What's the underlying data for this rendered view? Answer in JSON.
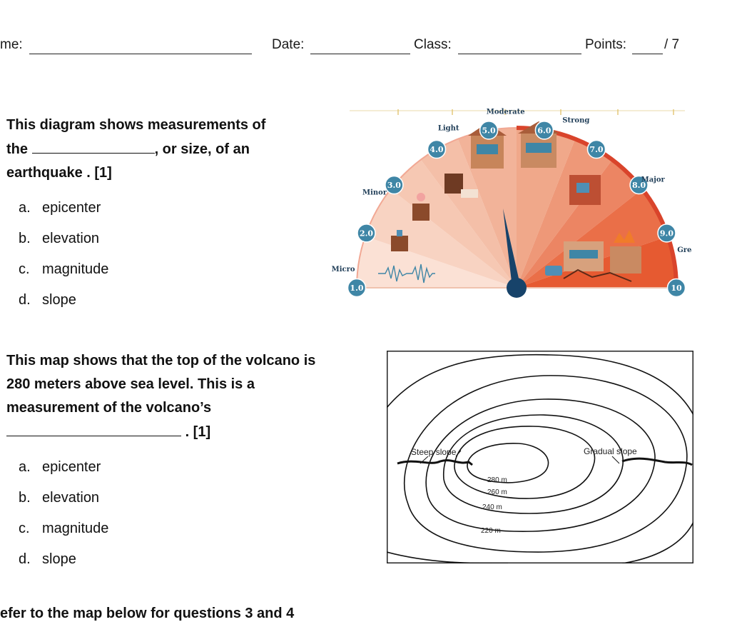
{
  "header": {
    "name_label": "me:",
    "date_label": "Date:",
    "class_label": "Class:",
    "points_label": "Points:",
    "points_total": "/ 7"
  },
  "question1": {
    "line1": "This diagram shows measurements of",
    "line2_prefix": "the",
    "line2_suffix": ", or size, of an",
    "line3": "earthquake . [1]",
    "options": [
      {
        "letter": "a.",
        "text": "epicenter"
      },
      {
        "letter": "b.",
        "text": "elevation"
      },
      {
        "letter": "c.",
        "text": "magnitude"
      },
      {
        "letter": "d.",
        "text": "slope"
      }
    ]
  },
  "question2": {
    "line1": "This map shows that the top of the volcano is",
    "line2": "280 meters above sea level. This is a",
    "line3": "measurement of the volcano’s",
    "line4_suffix": ". [1]",
    "options": [
      {
        "letter": "a.",
        "text": "epicenter"
      },
      {
        "letter": "b.",
        "text": "elevation"
      },
      {
        "letter": "c.",
        "text": "magnitude"
      },
      {
        "letter": "d.",
        "text": "slope"
      }
    ]
  },
  "diagram": {
    "scale_values": [
      "1.0",
      "2.0",
      "3.0",
      "4.0",
      "5.0",
      "6.0",
      "7.0",
      "8.0",
      "9.0",
      "10"
    ],
    "categories": [
      "Micro",
      "Minor",
      "Light",
      "Moderate",
      "Strong",
      "Major",
      "Great"
    ],
    "colors": {
      "badge": "#3f86a6",
      "arc": "#d9442b",
      "needle": "#17436a",
      "wedge_light": "#f6cbb8",
      "wedge_dark": "#ea6a3f"
    }
  },
  "map": {
    "labels": {
      "steep": "Steep slope",
      "gradual": "Gradual slope",
      "c280": "280 m",
      "c260": "260 m",
      "c240": "240 m",
      "c220": "220 m"
    }
  },
  "footer": {
    "text": "efer to the map below for questions 3 and 4"
  }
}
